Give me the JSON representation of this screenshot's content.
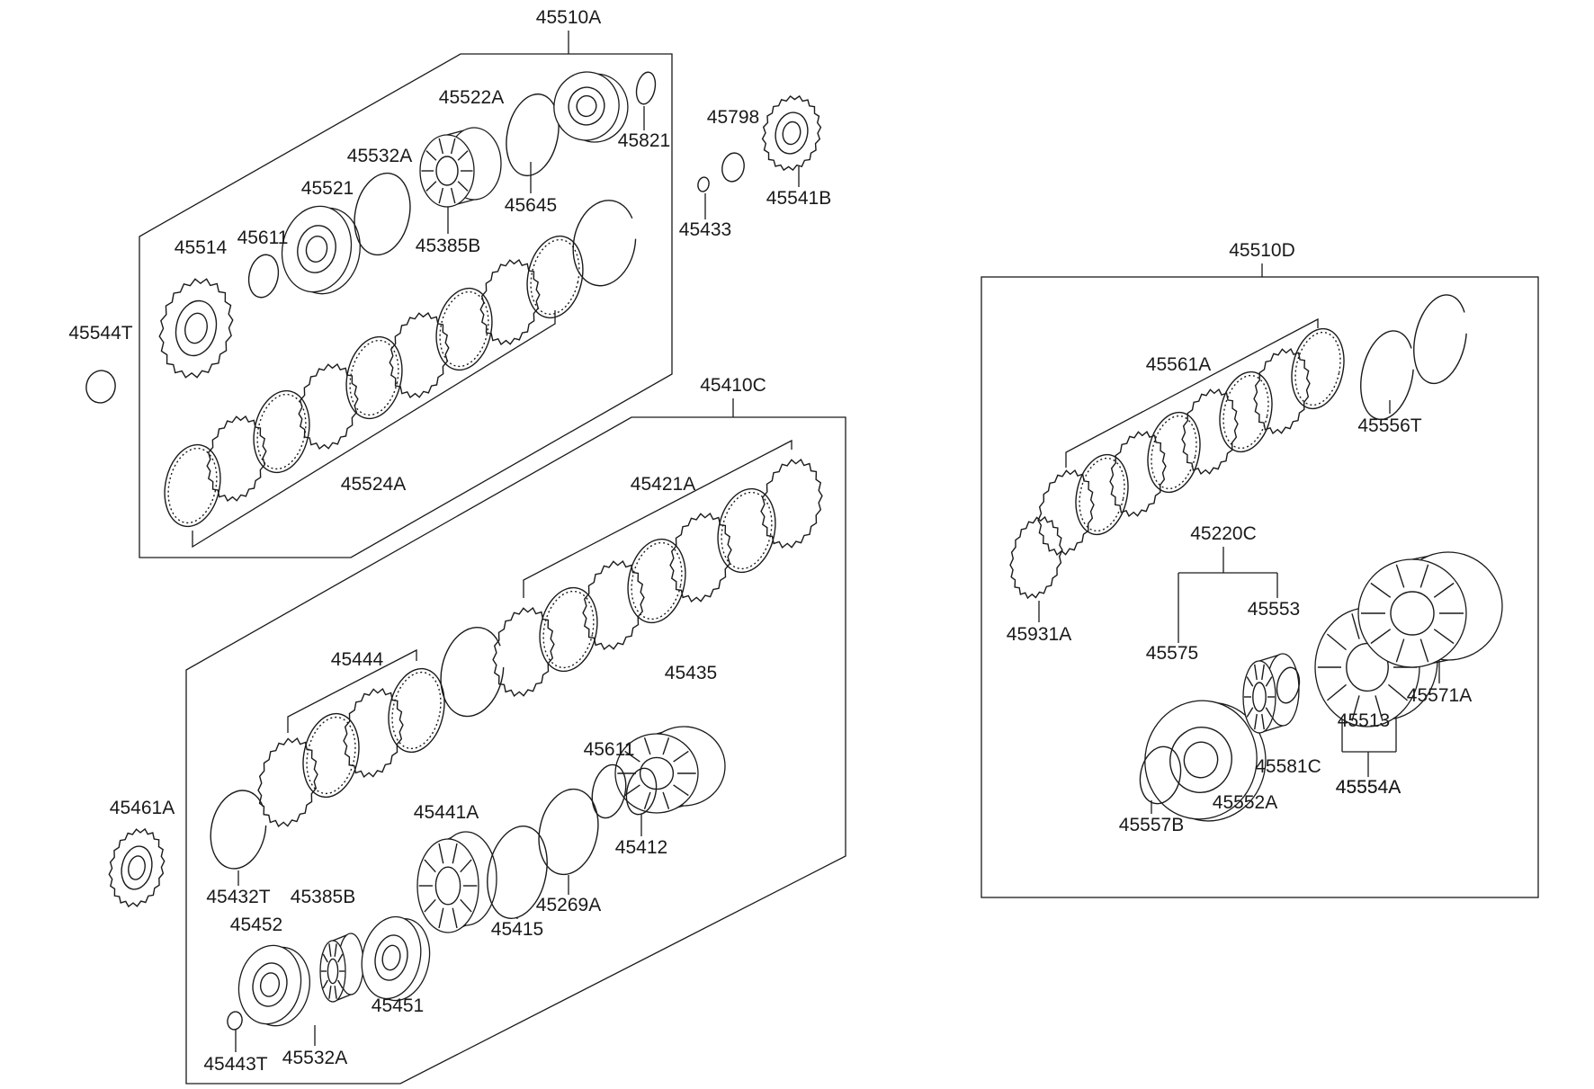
{
  "diagram": {
    "colors": {
      "ink": "#1a1a1a",
      "background": "#ffffff"
    },
    "groups": [
      {
        "id": "g1",
        "label": "45510A"
      },
      {
        "id": "g2",
        "label": "45410C"
      },
      {
        "id": "g3",
        "label": "45510D"
      },
      {
        "id": "g4",
        "label": "45220C"
      },
      {
        "id": "g5",
        "label": "45554A"
      }
    ],
    "labels": [
      "45510A",
      "45522A",
      "45821",
      "45798",
      "45532A",
      "45521",
      "45645",
      "45541B",
      "45433",
      "45514",
      "45611",
      "45385B",
      "45544T",
      "45524A",
      "45410C",
      "45421A",
      "45444",
      "45435",
      "45611",
      "45412",
      "45461A",
      "45441A",
      "45432T",
      "45385B",
      "45269A",
      "45452",
      "45415",
      "45451",
      "45443T",
      "45532A",
      "45510D",
      "45561A",
      "45556T",
      "45220C",
      "45931A",
      "45553",
      "45575",
      "45571A",
      "45513",
      "45581C",
      "45552A",
      "45554A",
      "45557B"
    ]
  }
}
